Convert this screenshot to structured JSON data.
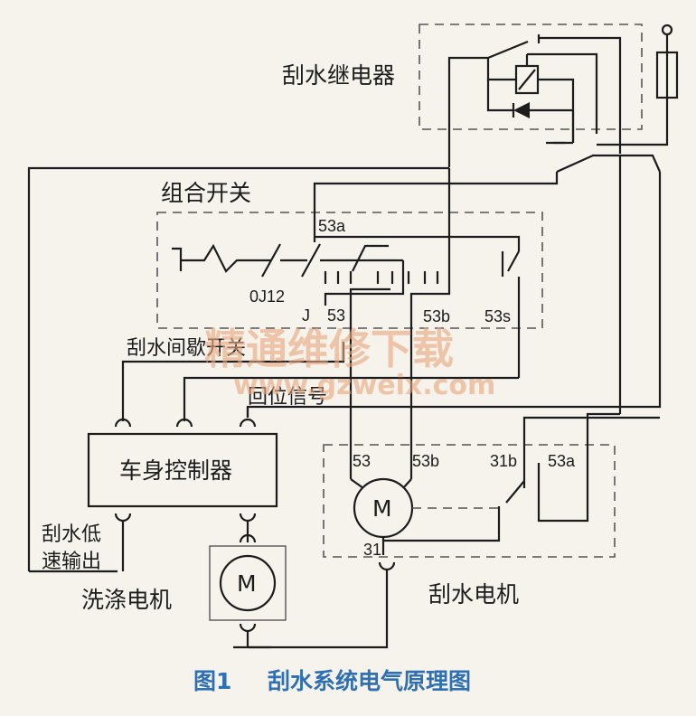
{
  "labels": {
    "relay": "刮水继电器",
    "combo_switch": "组合开关",
    "t53a_switch": "53a",
    "t0j12": "0J12",
    "tJ": "J",
    "t53": "53",
    "t53b": "53b",
    "t53s": "53s",
    "intermittent_switch": "刮水间歇开关",
    "return_signal": "回位信号",
    "body_controller": "车身控制器",
    "low_speed_output_line1": "刮水低",
    "low_speed_output_line2": "速输出",
    "washer_motor": "洗涤电机",
    "washer_motor_symbol": "M",
    "wiper_motor": "刮水电机",
    "wiper_motor_symbol": "M",
    "m53": "53",
    "m53b": "53b",
    "m31b": "31b",
    "m53a": "53a",
    "m31": "31"
  },
  "watermark": {
    "line1": "精通维修下载",
    "line2": "www.gzweix.com"
  },
  "caption": {
    "fig": "图1",
    "title": "刮水系统电气原理图"
  },
  "colors": {
    "line": "#1c1c1c",
    "caption": "#2f6fb3",
    "watermark": "#e9a880",
    "background": "#f6f3ec"
  }
}
